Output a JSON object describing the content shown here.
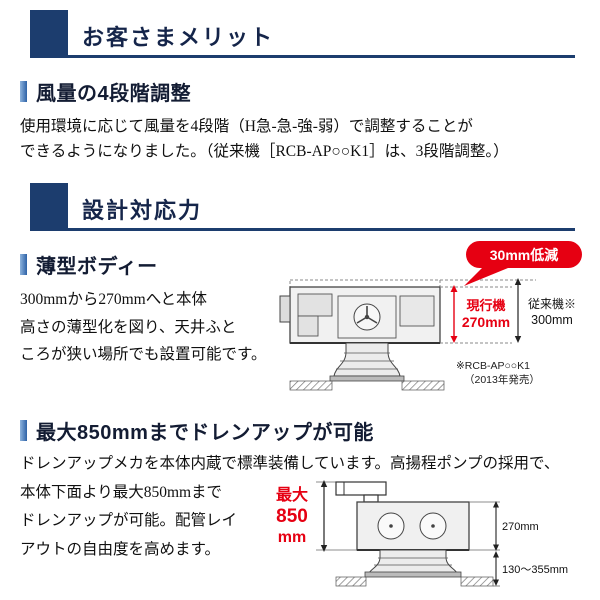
{
  "colors": {
    "navy": "#1c3d6e",
    "accent-blue": "#2e62a6",
    "red": "#e60012"
  },
  "merit_header": {
    "title": "お客さまメリット"
  },
  "design_header": {
    "title": "設計対応力"
  },
  "airflow": {
    "heading": "風量の4段階調整",
    "body": "使用環境に応じて風量を4段階（H急-急-強-弱）で調整することが\nできるようになりました。（従来機［RCB-AP○○K1］は、3段階調整。）"
  },
  "thin_body": {
    "heading": "薄型ボディー",
    "body": "300mmから270mmへと本体\n高さの薄型化を図り、天井ふと\nころが狭い場所でも設置可能です。",
    "diagram": {
      "callout": "30mm低減",
      "current_model_label": "現行機",
      "current_height": "270mm",
      "legacy_model_label": "従来機※",
      "legacy_height": "300mm",
      "footnote_model": "※RCB-AP○○K1",
      "footnote_year": "（2013年発売）"
    }
  },
  "drain_up": {
    "heading": "最大850mmまでドレンアップが可能",
    "body": "ドレンアップメカを本体内蔵で標準装備しています。高揚程ポンプの採用で、\n本体下面より最大850mmまで\nドレンアップが可能。配管レイ\nアウトの自由度を高めます。",
    "diagram": {
      "max_label": "最大",
      "max_value": "850",
      "max_unit": "mm",
      "unit_height": "270mm",
      "ceiling_range": "130〜355mm"
    }
  }
}
